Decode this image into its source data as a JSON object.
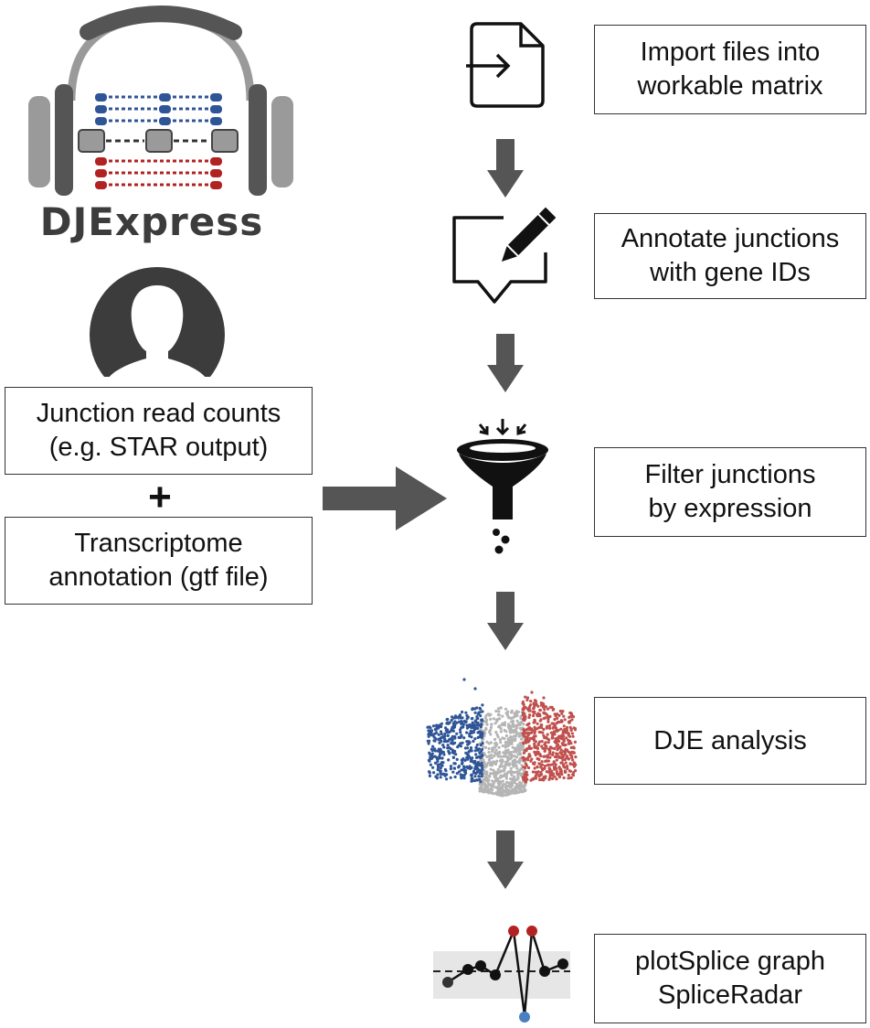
{
  "logo": {
    "text": "DJExpress"
  },
  "inputs": {
    "counts_line1": "Junction read counts",
    "counts_line2": "(e.g. STAR output)",
    "plus": "+",
    "annotation_line1": "Transcriptome",
    "annotation_line2": "annotation (gtf file)"
  },
  "steps": [
    {
      "line1": "Import files into",
      "line2": "workable matrix",
      "icon": "file-import-icon"
    },
    {
      "line1": "Annotate junctions",
      "line2": "with gene IDs",
      "icon": "edit-pencil-icon"
    },
    {
      "line1": "Filter junctions",
      "line2": "by expression",
      "icon": "funnel-icon"
    },
    {
      "line1": "DJE analysis",
      "line2": "",
      "icon": "volcano-plot-icon"
    },
    {
      "line1": "plotSplice graph",
      "line2": "SpliceRadar",
      "icon": "splice-plot-icon"
    }
  ],
  "colors": {
    "arrow": "#555555",
    "blue": "#2f5597",
    "red": "#b22222",
    "gray": "#9e9e9e",
    "dark": "#3c3c3c"
  }
}
